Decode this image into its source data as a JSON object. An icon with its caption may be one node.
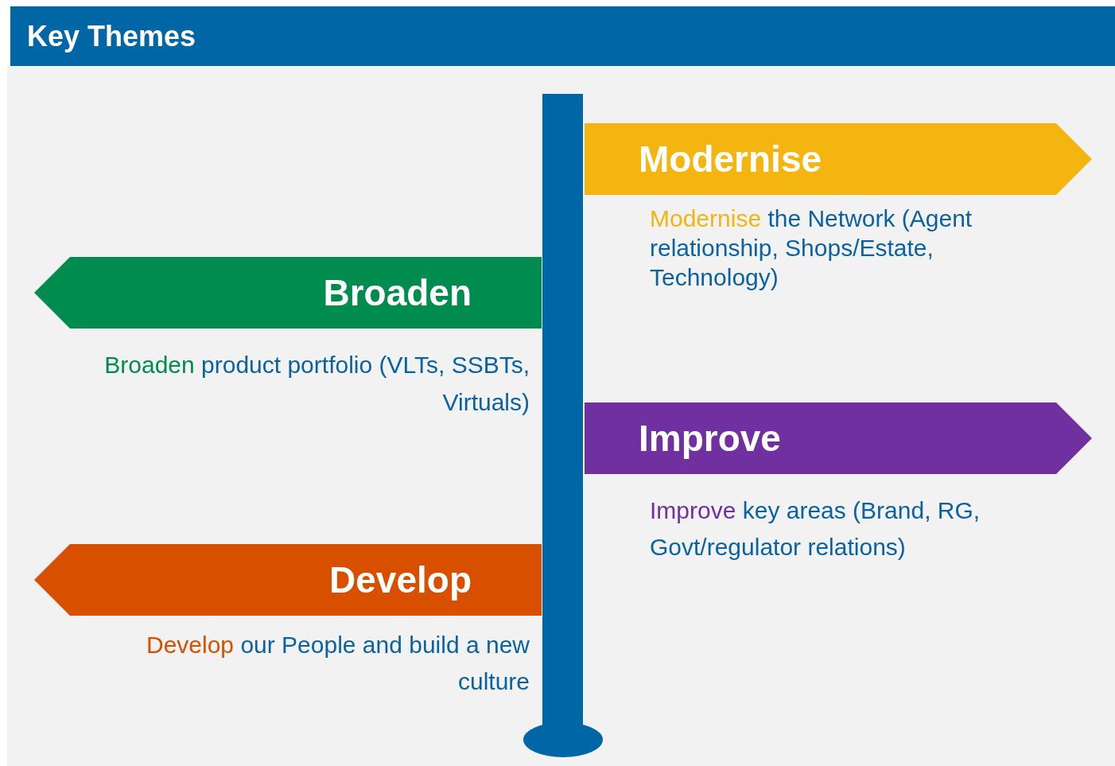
{
  "diagram": {
    "title": "Key Themes",
    "nodes": [
      {
        "text": [
          "Modernise"
        ],
        "beside": [
          "Modernise the Network (Agent relationship, Shops/Estate, Technology)"
        ]
      },
      {
        "text": [
          "Broaden"
        ],
        "beside": [
          "Broaden product portfolio (VLTs, SSBTs, Virtuals)"
        ]
      },
      {
        "text": [
          "Improve"
        ],
        "beside": [
          "Improve key areas (Brand, RG, Govt/regulator relations)"
        ]
      },
      {
        "text": [
          "Develop"
        ],
        "beside": [
          "Develop our People and build a new culture"
        ]
      }
    ]
  }
}
